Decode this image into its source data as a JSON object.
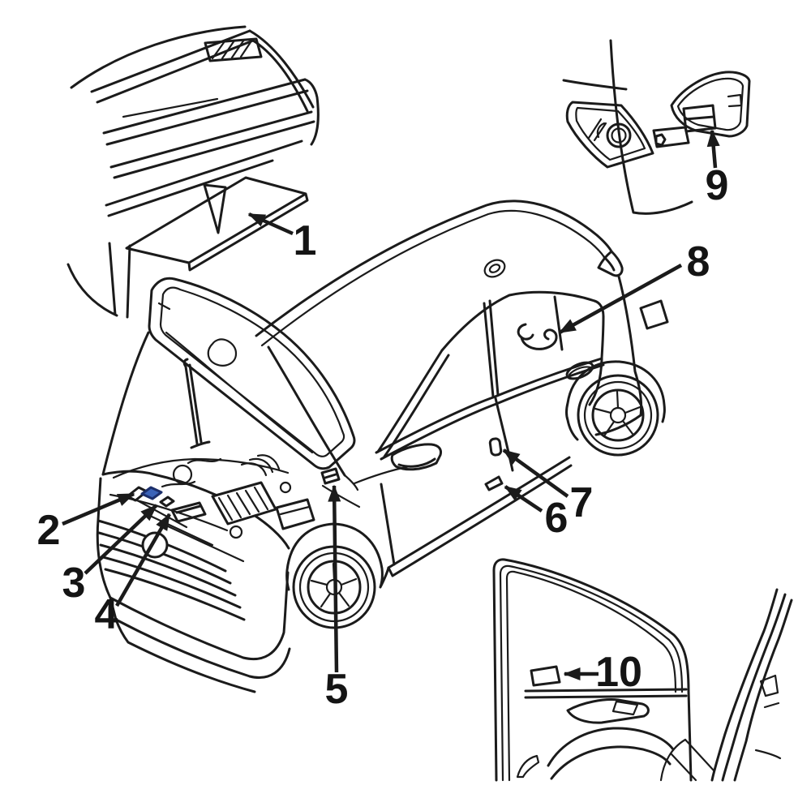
{
  "diagram": {
    "colors": {
      "line": "#1b1b1b",
      "background": "#ffffff",
      "label_highlight": "#3b63b8",
      "label_highlight_border": "#1c2f6b"
    },
    "callouts": [
      {
        "number": "1",
        "target": "cargo-area-label"
      },
      {
        "number": "2",
        "target": "engine-bay-highlighted-label"
      },
      {
        "number": "3",
        "target": "engine-bay-small-label"
      },
      {
        "number": "4",
        "target": "engine-bay-plate-label"
      },
      {
        "number": "5",
        "target": "cowl-plenum-label"
      },
      {
        "number": "6",
        "target": "b-pillar-lower-label"
      },
      {
        "number": "7",
        "target": "b-pillar-upper-label"
      },
      {
        "number": "8",
        "target": "rear-door-window-label"
      },
      {
        "number": "9",
        "target": "fuel-filler-door-label"
      },
      {
        "number": "10",
        "target": "front-door-window-label"
      }
    ],
    "views": {
      "main": "vehicle-front-three-quarter-hood-open",
      "top_left": "rear-bumper-cargo-area",
      "top_right": "fuel-filler-door-open",
      "bottom_right": "front-door-interior"
    }
  }
}
